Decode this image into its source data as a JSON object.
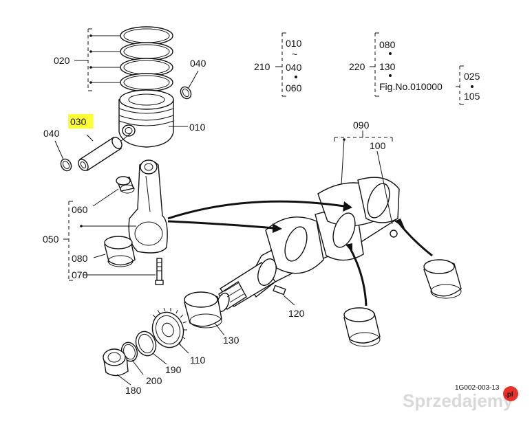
{
  "labels": {
    "p010": "010",
    "p020": "020",
    "p030": "030",
    "p040a": "040",
    "p040b": "040",
    "p050": "050",
    "p060": "060",
    "p070": "070",
    "p080": "080",
    "p090": "090",
    "p100": "100",
    "p110": "110",
    "p120": "120",
    "p130": "130",
    "p180": "180",
    "p190": "190",
    "p200": "200"
  },
  "legend": {
    "g210": {
      "code": "210",
      "items": [
        "010",
        "~",
        "040",
        "060"
      ]
    },
    "g220": {
      "code": "220",
      "items": [
        "080",
        "130"
      ],
      "fig": "Fig.No.010000"
    },
    "gfig": {
      "items": [
        "025",
        "105"
      ]
    }
  },
  "highlight": {
    "label": "030",
    "color": "#ffff33"
  },
  "drawing_id": "1G002-003-13",
  "watermark": {
    "text": "Sprzedajemy",
    "badge": ".pl",
    "badge_color": "#e8302a"
  }
}
